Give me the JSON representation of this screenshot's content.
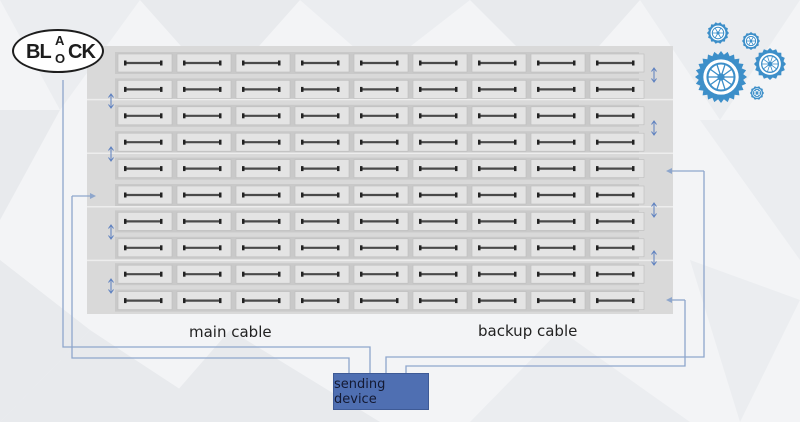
{
  "logo": {
    "part1": "BL",
    "part2": "A",
    "part3": "O",
    "part4": "CK"
  },
  "labels": {
    "main_cable": "main cable",
    "backup_cable": "backup cable",
    "sending_device": "sending device"
  },
  "panel_grid": {
    "columns": 9,
    "rows": 10
  },
  "colors": {
    "panel": "#d9d9d9",
    "cable": "#8ea6cc",
    "device": "#4f6fb2",
    "gear": "#3d8fc9",
    "module_bar": "#4a4a4a"
  }
}
